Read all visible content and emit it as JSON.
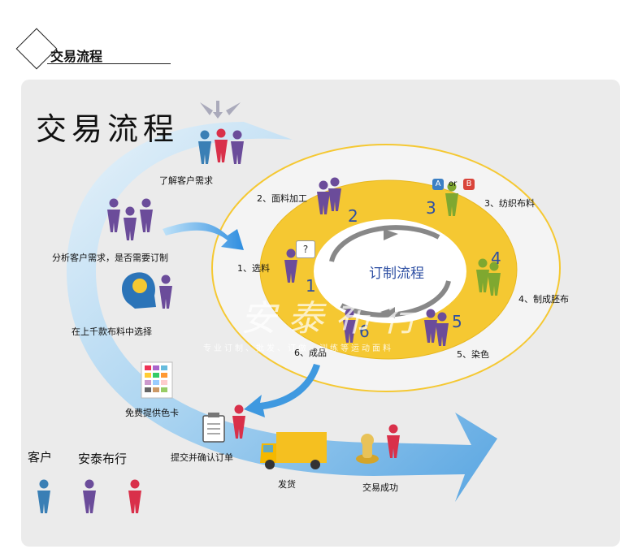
{
  "header": {
    "title": "交易流程"
  },
  "diagram": {
    "big_title": "交易流程",
    "center_label": "订制流程",
    "left_steps": [
      "了解客户需求",
      "分析客户需求，是否需要订制",
      "在上千款布料中选择",
      "免费提供色卡",
      "提交并确认订单",
      "发货",
      "交易成功"
    ],
    "ring_steps": [
      "1、选料",
      "2、面料加工",
      "3、纺织布料",
      "4、制成胚布",
      "5、染色",
      "6、成品"
    ],
    "ring_numbers": [
      "1",
      "2",
      "3",
      "4",
      "5",
      "6"
    ],
    "option_a": "A",
    "option_b": "B",
    "option_or": "or",
    "question_mark": "?",
    "legend": {
      "customer": "客户",
      "company": "安泰布行"
    },
    "watermark": "安泰布行",
    "watermark_sub": "专业订制、批发、订做、训练等运动面料"
  },
  "colors": {
    "customer": "#3a7fb5",
    "company": "#6b4c9a",
    "red": "#d9304a",
    "ring": "#f5c832",
    "arrow": "#4aa3e6",
    "green": "#7fa830"
  },
  "icons": [
    "down-arrows-icon",
    "head-gears-icon",
    "color-card-icon",
    "clipboard-icon",
    "truck-icon",
    "stamp-icon"
  ]
}
